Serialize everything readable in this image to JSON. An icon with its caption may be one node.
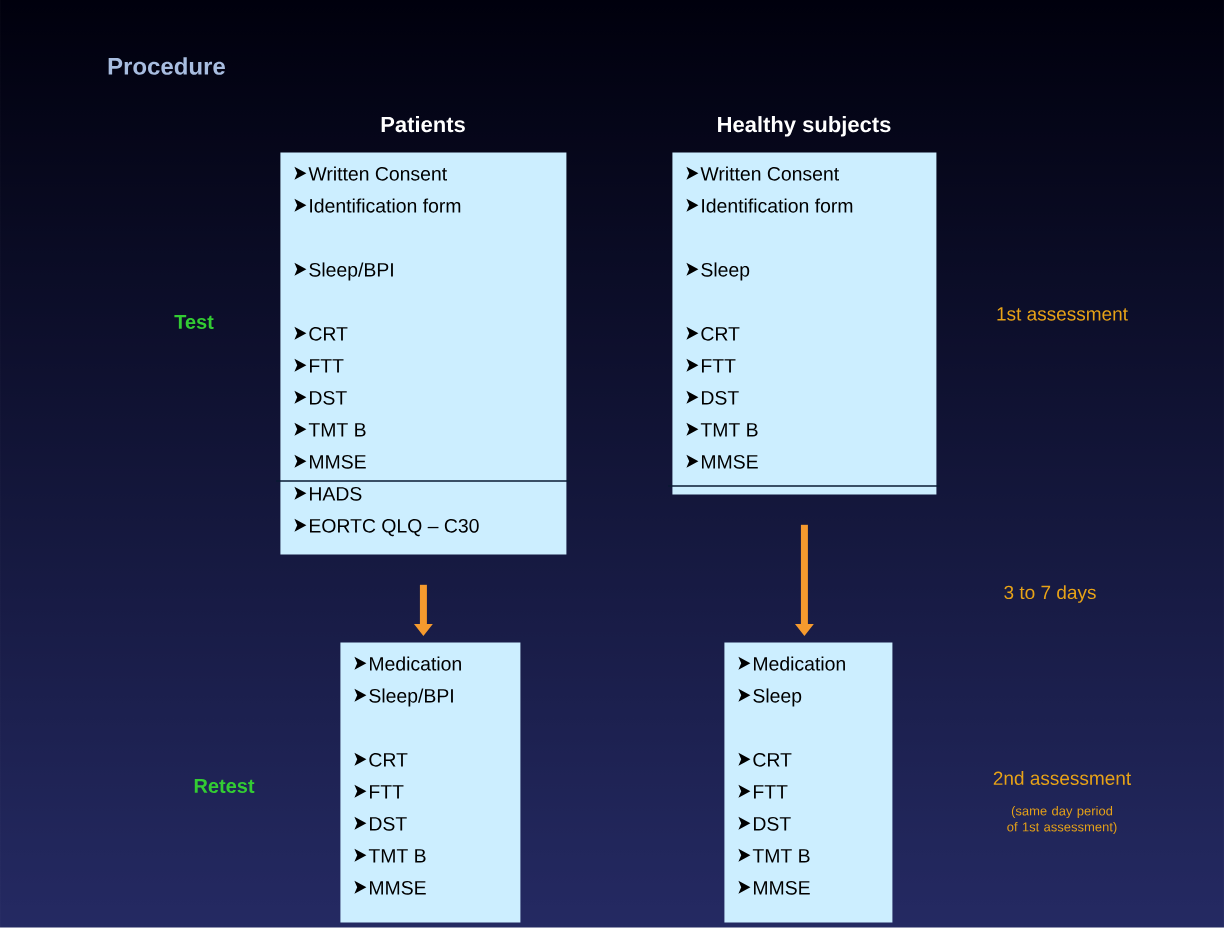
{
  "diagram": {
    "title": "Procedure",
    "nodes": [
      {
        "text": [
          "Patients",
          "Written Consent",
          "Identification form",
          "Sleep/BPI",
          "CRT",
          "FTT",
          "DST",
          "TMT B",
          "MMSE",
          "HADS",
          "EORTC QLQ – C30"
        ]
      },
      {
        "text": [
          "Healthy subjects",
          "Written Consent",
          "Identification form",
          "Sleep",
          "CRT",
          "FTT",
          "DST",
          "TMT B",
          "MMSE"
        ]
      },
      {
        "text": [
          "Medication",
          "Sleep/BPI",
          "CRT",
          "FTT",
          "DST",
          "TMT B",
          "MMSE"
        ]
      },
      {
        "text": [
          "Medication",
          "Sleep",
          "CRT",
          "FTT",
          "DST",
          "TMT B",
          "MMSE"
        ]
      }
    ],
    "edges": [
      {
        "from": 0,
        "to": 2,
        "arrow": "to"
      },
      {
        "from": 1,
        "to": 3,
        "arrow": "to"
      }
    ],
    "labels": [
      "Test",
      "1st assessment",
      "3 to 7 days",
      "Retest",
      "2nd assessment",
      "(same day period of 1st assessment)"
    ]
  }
}
